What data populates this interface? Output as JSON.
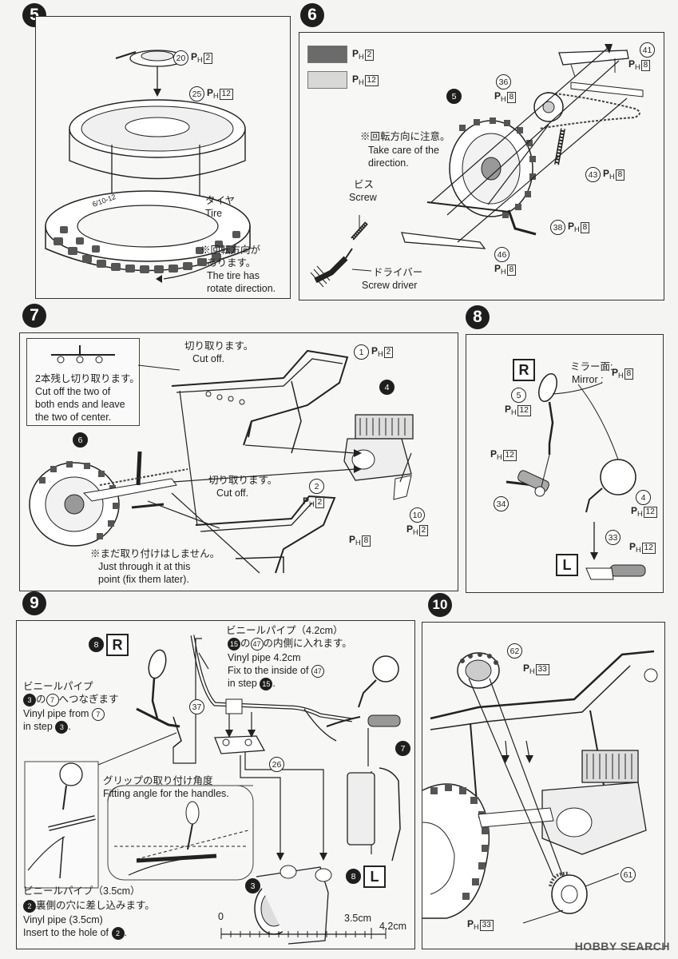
{
  "steps": {
    "s5": {
      "num": "5",
      "part20": "20",
      "part20_paint": "2",
      "part25": "25",
      "part25_paint": "12",
      "tire_jp": "タイヤ",
      "tire_en": "Tire",
      "note_jp1": "※回転方向が",
      "note_jp2": "あります。",
      "note_en1": "The tire has",
      "note_en2": "rotate direction.",
      "tire_size": "6/10-12"
    },
    "s6": {
      "num": "6",
      "swatch1_paint": "2",
      "swatch2_paint": "12",
      "part41": "41",
      "part41_paint": "8",
      "part36": "36",
      "part36_paint": "8",
      "part5": "5",
      "note_jp": "※回転方向に注意。",
      "note_en1": "Take care of the",
      "note_en2": "direction.",
      "part43": "43",
      "part43_paint": "8",
      "screw_jp": "ビス",
      "screw_en": "Screw",
      "part38": "38",
      "part38_paint": "8",
      "part46": "46",
      "part46_paint": "8",
      "driver_jp": "ドライバー",
      "driver_en": "Screw driver"
    },
    "s7": {
      "num": "7",
      "cut1_jp": "切り取ります。",
      "cut1_en": "Cut off.",
      "part1": "1",
      "part1_paint": "2",
      "inset_jp": "2本残し切り取ります。",
      "inset_en1": "Cut off the two of",
      "inset_en2": "both ends and leave",
      "inset_en3": "the two of center.",
      "part4": "4",
      "part6": "6",
      "cut2_jp": "切り取ります。",
      "cut2_en": "Cut off.",
      "part2": "2",
      "part2_paint": "2",
      "part10": "10",
      "part10_paint": "2",
      "paint_8": "8",
      "later_jp": "※まだ取り付けはしません。",
      "later_en1": "Just through it at this",
      "later_en2": "point (fix them later)."
    },
    "s8": {
      "num": "8",
      "r": "R",
      "l": "L",
      "mirror_jp": "ミラー面:",
      "mirror_en": "Mirror :",
      "mirror_paint": "8",
      "part5": "5",
      "part5_paint": "12",
      "part_a_paint": "12",
      "part34": "34",
      "part4": "4",
      "part4_paint": "12",
      "part33": "33",
      "part33_paint": "12"
    },
    "s9": {
      "num": "9",
      "ref8": "8",
      "r": "R",
      "l": "L",
      "pipe_jp": "ビニールパイプ（4.2cm）",
      "pipe_jp2a": "15",
      "pipe_jp2b": "の",
      "pipe_jp2c": "47",
      "pipe_jp2d": "の内側に入れます。",
      "pipe_en1": "Vinyl pipe 4.2cm",
      "pipe_en2a": "Fix to the inside of",
      "pipe_en2b": "47",
      "pipe_en3a": "in step",
      "pipe_en3b": "15",
      "pipe_en3c": ".",
      "vp_jp": "ビニールパイプ",
      "vp_jp2a": "3",
      "vp_jp2b": "の",
      "vp_jp2c": "7",
      "vp_jp2d": "へつなぎます",
      "vp_en1a": "Vinyl pipe from",
      "vp_en1b": "7",
      "vp_en2a": "in step",
      "vp_en2b": "3",
      "vp_en2c": ".",
      "part37": "37",
      "part26": "26",
      "part7": "7",
      "part3": "3",
      "ref8b": "8",
      "grip_jp": "グリップの取り付け角度",
      "grip_en": "Fitting angle for the handles.",
      "vp35_jp": "ビニールパイプ（3.5cm）",
      "vp35_jp2a": "2",
      "vp35_jp2b": "裏側の穴に差し込みます。",
      "vp35_en1": "Vinyl pipe (3.5cm)",
      "vp35_en2a": "Insert to the hole of",
      "vp35_en2b": "2",
      "vp35_en2c": ".",
      "ruler0": "0",
      "ruler35": "3.5cm",
      "ruler42": "4.2cm"
    },
    "s10": {
      "num": "10",
      "part62": "62",
      "part62_paint": "33",
      "part61": "61",
      "part61_paint": "33"
    }
  },
  "ph_label": "P",
  "ph_sub": "H",
  "watermark": "HOBBY SEARCH",
  "colors": {
    "swatch_dark": "#6b6b6b",
    "swatch_light": "#d8d8d6",
    "ink": "#222222",
    "step_bg": "#1e1e1e"
  }
}
